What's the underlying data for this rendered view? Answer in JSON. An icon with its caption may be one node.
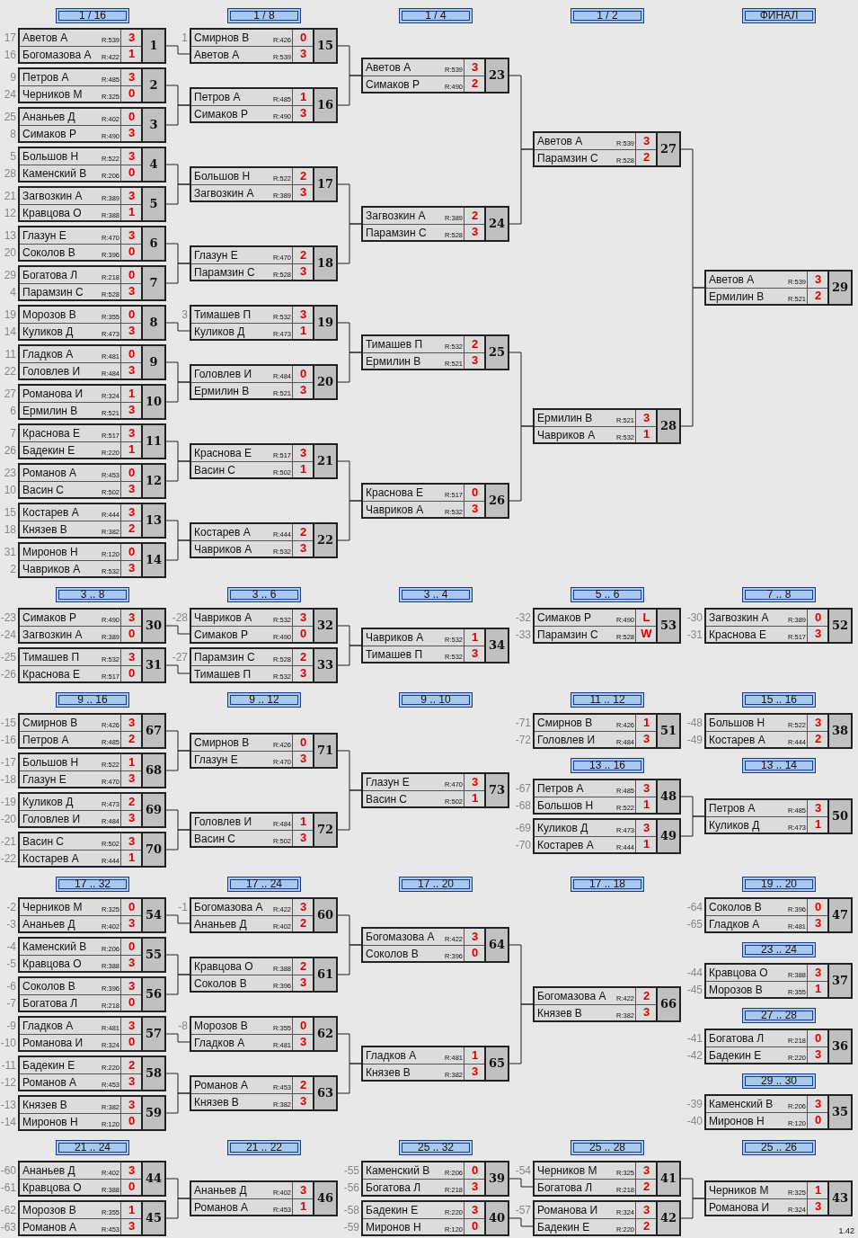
{
  "diagram": {
    "nodes": [
      {
        "text": [
          "Аветов А",
          "R:539",
          "3",
          "Богомазова А",
          "R:422",
          "1",
          "1"
        ],
        "beside": [
          "17",
          "16"
        ]
      },
      {
        "text": [
          "Петров А",
          "R:485",
          "3",
          "Черников М",
          "R:325",
          "0",
          "2"
        ],
        "beside": [
          "9",
          "24"
        ]
      },
      {
        "text": [
          "Ананьев Д",
          "R:402",
          "0",
          "Симаков Р",
          "R:490",
          "3",
          "3"
        ],
        "beside": [
          "25",
          "8"
        ]
      },
      {
        "text": [
          "Большов Н",
          "R:522",
          "3",
          "Каменский В",
          "R:206",
          "0",
          "4"
        ],
        "beside": [
          "5",
          "28"
        ]
      },
      {
        "text": [
          "Загвозкин А",
          "R:389",
          "3",
          "Кравцова О",
          "R:388",
          "1",
          "5"
        ],
        "beside": [
          "21",
          "12"
        ]
      },
      {
        "text": [
          "Глазун Е",
          "R:470",
          "3",
          "Соколов В",
          "R:396",
          "0",
          "6"
        ],
        "beside": [
          "13",
          "20"
        ]
      },
      {
        "text": [
          "Богатова Л",
          "R:218",
          "0",
          "Парамзин С",
          "R:528",
          "3",
          "7"
        ],
        "beside": [
          "29",
          "4"
        ]
      },
      {
        "text": [
          "Морозов В",
          "R:355",
          "0",
          "Куликов Д",
          "R:473",
          "3",
          "8"
        ],
        "beside": [
          "19",
          "14"
        ]
      },
      {
        "text": [
          "Гладков А",
          "R:481",
          "0",
          "Головлев И",
          "R:484",
          "3",
          "9"
        ],
        "beside": [
          "11",
          "22"
        ]
      },
      {
        "text": [
          "Романова И",
          "R:324",
          "1",
          "Ермилин В",
          "R:521",
          "3",
          "10"
        ],
        "beside": [
          "27",
          "6"
        ]
      },
      {
        "text": [
          "Краснова Е",
          "R:517",
          "3",
          "Бадекин Е",
          "R:220",
          "1",
          "11"
        ],
        "beside": [
          "7",
          "26"
        ]
      },
      {
        "text": [
          "Романов А",
          "R:453",
          "0",
          "Васин С",
          "R:502",
          "3",
          "12"
        ],
        "beside": [
          "23",
          "10"
        ]
      },
      {
        "text": [
          "Костарев А",
          "R:444",
          "3",
          "Князев В",
          "R:382",
          "2",
          "13"
        ],
        "beside": [
          "15",
          "18"
        ]
      },
      {
        "text": [
          "Миронов Н",
          "R:120",
          "0",
          "Чавриков А",
          "R:532",
          "3",
          "14"
        ],
        "beside": [
          "31",
          "2"
        ]
      },
      {
        "text": [
          "Смирнов В",
          "R:426",
          "0",
          "Аветов А",
          "R:539",
          "3",
          "15"
        ],
        "beside": [
          "1"
        ]
      },
      {
        "text": [
          "Петров А",
          "R:485",
          "1",
          "Симаков Р",
          "R:490",
          "3",
          "16"
        ]
      },
      {
        "text": [
          "Большов Н",
          "R:522",
          "2",
          "Загвозкин А",
          "R:389",
          "3",
          "17"
        ]
      },
      {
        "text": [
          "Глазун Е",
          "R:470",
          "2",
          "Парамзин С",
          "R:528",
          "3",
          "18"
        ]
      },
      {
        "text": [
          "Тимашев П",
          "R:532",
          "3",
          "Куликов Д",
          "R:473",
          "1",
          "19"
        ],
        "beside": [
          "3"
        ]
      },
      {
        "text": [
          "Головлев И",
          "R:484",
          "0",
          "Ермилин В",
          "R:521",
          "3",
          "20"
        ]
      },
      {
        "text": [
          "Краснова Е",
          "R:517",
          "3",
          "Васин С",
          "R:502",
          "1",
          "21"
        ]
      },
      {
        "text": [
          "Костарев А",
          "R:444",
          "2",
          "Чавриков А",
          "R:532",
          "3",
          "22"
        ]
      },
      {
        "text": [
          "Аветов А",
          "R:539",
          "3",
          "Симаков Р",
          "R:490",
          "2",
          "23"
        ]
      },
      {
        "text": [
          "Загвозкин А",
          "R:389",
          "2",
          "Парамзин С",
          "R:528",
          "3",
          "24"
        ]
      },
      {
        "text": [
          "Тимашев П",
          "R:532",
          "2",
          "Ермилин В",
          "R:521",
          "3",
          "25"
        ]
      },
      {
        "text": [
          "Краснова Е",
          "R:517",
          "0",
          "Чавриков А",
          "R:532",
          "3",
          "26"
        ]
      },
      {
        "text": [
          "Аветов А",
          "R:539",
          "3",
          "Парамзин С",
          "R:528",
          "2",
          "27"
        ]
      },
      {
        "text": [
          "Ермилин В",
          "R:521",
          "3",
          "Чавриков А",
          "R:532",
          "1",
          "28"
        ]
      },
      {
        "text": [
          "Аветов А",
          "R:539",
          "3",
          "Ермилин В",
          "R:521",
          "2",
          "29"
        ]
      },
      {
        "text": [
          "Симаков Р",
          "R:490",
          "3",
          "Загвозкин А",
          "R:389",
          "0",
          "30"
        ],
        "beside": [
          "-23",
          "-24"
        ]
      },
      {
        "text": [
          "Тимашев П",
          "R:532",
          "3",
          "Краснова Е",
          "R:517",
          "0",
          "31"
        ],
        "beside": [
          "-25",
          "-26"
        ]
      },
      {
        "text": [
          "Чавриков А",
          "R:532",
          "3",
          "Симаков Р",
          "R:490",
          "0",
          "32"
        ],
        "beside": [
          "-28"
        ]
      },
      {
        "text": [
          "Парамзин С",
          "R:528",
          "2",
          "Тимашев П",
          "R:532",
          "3",
          "33"
        ],
        "beside": [
          "-27"
        ]
      },
      {
        "text": [
          "Чавриков А",
          "R:532",
          "1",
          "Тимашев П",
          "R:532",
          "3",
          "34"
        ]
      },
      {
        "text": [
          "Симаков Р",
          "R:490",
          "L",
          "Парамзин С",
          "R:528",
          "W",
          "53"
        ],
        "beside": [
          "-32",
          "-33"
        ]
      },
      {
        "text": [
          "Загвозкин А",
          "R:389",
          "0",
          "Краснова Е",
          "R:517",
          "3",
          "52"
        ],
        "beside": [
          "-30",
          "-31"
        ]
      },
      {
        "text": [
          "Смирнов В",
          "R:426",
          "3",
          "Петров А",
          "R:485",
          "2",
          "67"
        ],
        "beside": [
          "-15",
          "-16"
        ]
      },
      {
        "text": [
          "Большов Н",
          "R:522",
          "1",
          "Глазун Е",
          "R:470",
          "3",
          "68"
        ],
        "beside": [
          "-17",
          "-18"
        ]
      },
      {
        "text": [
          "Куликов Д",
          "R:473",
          "2",
          "Головлев И",
          "R:484",
          "3",
          "69"
        ],
        "beside": [
          "-19",
          "-20"
        ]
      },
      {
        "text": [
          "Васин С",
          "R:502",
          "3",
          "Костарев А",
          "R:444",
          "1",
          "70"
        ],
        "beside": [
          "-21",
          "-22"
        ]
      },
      {
        "text": [
          "Смирнов В",
          "R:426",
          "0",
          "Глазун Е",
          "R:470",
          "3",
          "71"
        ]
      },
      {
        "text": [
          "Головлев И",
          "R:484",
          "1",
          "Васин С",
          "R:502",
          "3",
          "72"
        ]
      },
      {
        "text": [
          "Глазун Е",
          "R:470",
          "3",
          "Васин С",
          "R:502",
          "1",
          "73"
        ]
      },
      {
        "text": [
          "Смирнов В",
          "R:426",
          "1",
          "Головлев И",
          "R:484",
          "3",
          "51"
        ],
        "beside": [
          "-71",
          "-72"
        ]
      },
      {
        "text": [
          "Большов Н",
          "R:522",
          "3",
          "Костарев А",
          "R:444",
          "2",
          "38"
        ],
        "beside": [
          "-48",
          "-49"
        ]
      },
      {
        "text": [
          "Петров А",
          "R:485",
          "3",
          "Большов Н",
          "R:522",
          "1",
          "48"
        ],
        "beside": [
          "-67",
          "-68"
        ]
      },
      {
        "text": [
          "Куликов Д",
          "R:473",
          "3",
          "Костарев А",
          "R:444",
          "1",
          "49"
        ],
        "beside": [
          "-69",
          "-70"
        ]
      },
      {
        "text": [
          "Петров А",
          "R:485",
          "3",
          "Куликов Д",
          "R:473",
          "1",
          "50"
        ]
      },
      {
        "text": [
          "Черников М",
          "R:325",
          "0",
          "Ананьев Д",
          "R:402",
          "3",
          "54"
        ],
        "beside": [
          "-2",
          "-3"
        ]
      },
      {
        "text": [
          "Каменский В",
          "R:206",
          "0",
          "Кравцова О",
          "R:388",
          "3",
          "55"
        ],
        "beside": [
          "-4",
          "-5"
        ]
      },
      {
        "text": [
          "Соколов В",
          "R:396",
          "3",
          "Богатова Л",
          "R:218",
          "0",
          "56"
        ],
        "beside": [
          "-6",
          "-7"
        ]
      },
      {
        "text": [
          "Гладков А",
          "R:481",
          "3",
          "Романова И",
          "R:324",
          "0",
          "57"
        ],
        "beside": [
          "-9",
          "-10"
        ]
      },
      {
        "text": [
          "Бадекин Е",
          "R:220",
          "2",
          "Романов А",
          "R:453",
          "3",
          "58"
        ],
        "beside": [
          "-11",
          "-12"
        ]
      },
      {
        "text": [
          "Князев В",
          "R:382",
          "3",
          "Миронов Н",
          "R:120",
          "0",
          "59"
        ],
        "beside": [
          "-13",
          "-14"
        ]
      },
      {
        "text": [
          "Богомазова А",
          "R:422",
          "3",
          "Ананьев Д",
          "R:402",
          "2",
          "60"
        ],
        "beside": [
          "-1"
        ]
      },
      {
        "text": [
          "Кравцова О",
          "R:388",
          "2",
          "Соколов В",
          "R:396",
          "3",
          "61"
        ]
      },
      {
        "text": [
          "Морозов В",
          "R:355",
          "0",
          "Гладков А",
          "R:481",
          "3",
          "62"
        ],
        "beside": [
          "-8"
        ]
      },
      {
        "text": [
          "Романов А",
          "R:453",
          "2",
          "Князев В",
          "R:382",
          "3",
          "63"
        ]
      },
      {
        "text": [
          "Богомазова А",
          "R:422",
          "3",
          "Соколов В",
          "R:396",
          "0",
          "64"
        ]
      },
      {
        "text": [
          "Гладков А",
          "R:481",
          "1",
          "Князев В",
          "R:382",
          "3",
          "65"
        ]
      },
      {
        "text": [
          "Богомазова А",
          "R:422",
          "2",
          "Князев В",
          "R:382",
          "3",
          "66"
        ]
      },
      {
        "text": [
          "Соколов В",
          "R:396",
          "0",
          "Гладков А",
          "R:481",
          "3",
          "47"
        ],
        "beside": [
          "-64",
          "-65"
        ]
      },
      {
        "text": [
          "Кравцова О",
          "R:388",
          "3",
          "Морозов В",
          "R:355",
          "1",
          "37"
        ],
        "beside": [
          "-44",
          "-45"
        ]
      },
      {
        "text": [
          "Богатова Л",
          "R:218",
          "0",
          "Бадекин Е",
          "R:220",
          "3",
          "36"
        ],
        "beside": [
          "-41",
          "-42"
        ]
      },
      {
        "text": [
          "Каменский В",
          "R:206",
          "3",
          "Миронов Н",
          "R:120",
          "0",
          "35"
        ],
        "beside": [
          "-39",
          "-40"
        ]
      },
      {
        "text": [
          "Ананьев Д",
          "R:402",
          "3",
          "Кравцова О",
          "R:388",
          "0",
          "44"
        ],
        "beside": [
          "-60",
          "-61"
        ]
      },
      {
        "text": [
          "Морозов В",
          "R:355",
          "1",
          "Романов А",
          "R:453",
          "3",
          "45"
        ],
        "beside": [
          "-62",
          "-63"
        ]
      },
      {
        "text": [
          "Ананьев Д",
          "R:402",
          "3",
          "Романов А",
          "R:453",
          "1",
          "46"
        ]
      },
      {
        "text": [
          "Каменский В",
          "R:206",
          "0",
          "Богатова Л",
          "R:218",
          "3",
          "39"
        ],
        "beside": [
          "-55",
          "-56"
        ]
      },
      {
        "text": [
          "Бадекин Е",
          "R:220",
          "3",
          "Миронов Н",
          "R:120",
          "0",
          "40"
        ],
        "beside": [
          "-58",
          "-59"
        ]
      },
      {
        "text": [
          "Черников М",
          "R:325",
          "3",
          "Богатова Л",
          "R:218",
          "2",
          "41"
        ],
        "beside": [
          "-54"
        ]
      },
      {
        "text": [
          "Романова И",
          "R:324",
          "3",
          "Бадекин Е",
          "R:220",
          "2",
          "42"
        ],
        "beside": [
          "-57"
        ]
      },
      {
        "text": [
          "Черников М",
          "R:325",
          "1",
          "Романова И",
          "R:324",
          "3",
          "43"
        ]
      }
    ],
    "edges": [
      {
        "from": 0,
        "to": 14,
        "arrow": "none"
      },
      {
        "from": 1,
        "to": 15,
        "arrow": "none"
      },
      {
        "from": 2,
        "to": 15,
        "arrow": "none"
      },
      {
        "from": 3,
        "to": 16,
        "arrow": "none"
      },
      {
        "from": 4,
        "to": 16,
        "arrow": "none"
      },
      {
        "from": 5,
        "to": 17,
        "arrow": "none"
      },
      {
        "from": 6,
        "to": 17,
        "arrow": "none"
      },
      {
        "from": 7,
        "to": 18,
        "arrow": "none"
      },
      {
        "from": 8,
        "to": 19,
        "arrow": "none"
      },
      {
        "from": 9,
        "to": 19,
        "arrow": "none"
      },
      {
        "from": 10,
        "to": 20,
        "arrow": "none"
      },
      {
        "from": 11,
        "to": 20,
        "arrow": "none"
      },
      {
        "from": 12,
        "to": 21,
        "arrow": "none"
      },
      {
        "from": 13,
        "to": 21,
        "arrow": "none"
      },
      {
        "from": 14,
        "to": 22,
        "arrow": "none"
      },
      {
        "from": 15,
        "to": 22,
        "arrow": "none"
      },
      {
        "from": 16,
        "to": 23,
        "arrow": "none"
      },
      {
        "from": 17,
        "to": 23,
        "arrow": "none"
      },
      {
        "from": 18,
        "to": 24,
        "arrow": "none"
      },
      {
        "from": 19,
        "to": 24,
        "arrow": "none"
      },
      {
        "from": 20,
        "to": 25,
        "arrow": "none"
      },
      {
        "from": 21,
        "to": 25,
        "arrow": "none"
      },
      {
        "from": 22,
        "to": 26,
        "arrow": "none"
      },
      {
        "from": 23,
        "to": 26,
        "arrow": "none"
      },
      {
        "from": 24,
        "to": 27,
        "arrow": "none"
      },
      {
        "from": 25,
        "to": 27,
        "arrow": "none"
      },
      {
        "from": 26,
        "to": 28,
        "arrow": "none"
      },
      {
        "from": 27,
        "to": 28,
        "arrow": "none"
      },
      {
        "from": 29,
        "to": 31,
        "arrow": "none"
      },
      {
        "from": 30,
        "to": 32,
        "arrow": "none"
      },
      {
        "from": 31,
        "to": 33,
        "arrow": "none"
      },
      {
        "from": 32,
        "to": 33,
        "arrow": "none"
      },
      {
        "from": 36,
        "to": 40,
        "arrow": "none"
      },
      {
        "from": 37,
        "to": 40,
        "arrow": "none"
      },
      {
        "from": 38,
        "to": 41,
        "arrow": "none"
      },
      {
        "from": 39,
        "to": 41,
        "arrow": "none"
      },
      {
        "from": 40,
        "to": 42,
        "arrow": "none"
      },
      {
        "from": 41,
        "to": 42,
        "arrow": "none"
      },
      {
        "from": 45,
        "to": 47,
        "arrow": "none"
      },
      {
        "from": 46,
        "to": 47,
        "arrow": "none"
      },
      {
        "from": 48,
        "to": 54,
        "arrow": "none"
      },
      {
        "from": 49,
        "to": 55,
        "arrow": "none"
      },
      {
        "from": 50,
        "to": 55,
        "arrow": "none"
      },
      {
        "from": 51,
        "to": 56,
        "arrow": "none"
      },
      {
        "from": 52,
        "to": 57,
        "arrow": "none"
      },
      {
        "from": 53,
        "to": 57,
        "arrow": "none"
      },
      {
        "from": 54,
        "to": 58,
        "arrow": "none"
      },
      {
        "from": 55,
        "to": 58,
        "arrow": "none"
      },
      {
        "from": 56,
        "to": 59,
        "arrow": "none"
      },
      {
        "from": 57,
        "to": 59,
        "arrow": "none"
      },
      {
        "from": 58,
        "to": 60,
        "arrow": "none"
      },
      {
        "from": 59,
        "to": 60,
        "arrow": "none"
      },
      {
        "from": 65,
        "to": 67,
        "arrow": "none"
      },
      {
        "from": 66,
        "to": 67,
        "arrow": "none"
      },
      {
        "from": 68,
        "to": 70,
        "arrow": "none"
      },
      {
        "from": 69,
        "to": 71,
        "arrow": "none"
      },
      {
        "from": 70,
        "to": 72,
        "arrow": "none"
      },
      {
        "from": 71,
        "to": 72,
        "arrow": "none"
      }
    ],
    "labels": [
      "1 / 16",
      "1 / 8",
      "1 / 4",
      "1 / 2",
      "ФИНАЛ",
      "3 .. 8",
      "3 .. 6",
      "3 .. 4",
      "5 .. 6",
      "7 .. 8",
      "9 .. 16",
      "9 .. 12",
      "9 .. 10",
      "11 .. 12",
      "15 .. 16",
      "13 .. 16",
      "13 .. 14",
      "17 .. 32",
      "17 .. 24",
      "17 .. 20",
      "17 .. 18",
      "19 .. 20",
      "23 .. 24",
      "27 .. 28",
      "29 .. 30",
      "21 .. 24",
      "21 .. 22",
      "25 .. 32",
      "25 .. 28",
      "25 .. 26",
      "1.42"
    ]
  }
}
